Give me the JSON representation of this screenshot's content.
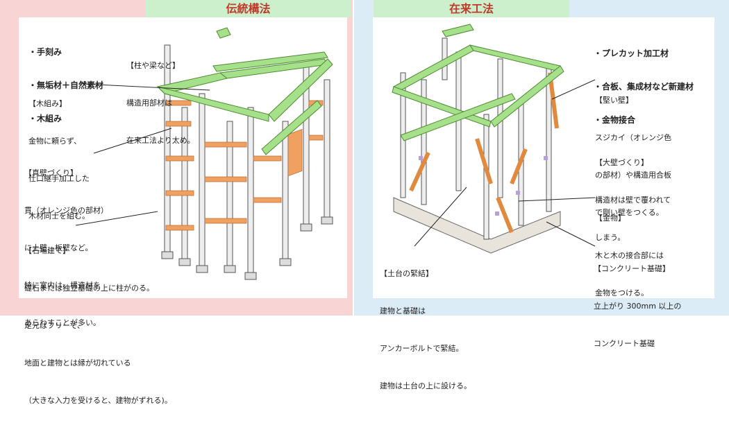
{
  "left": {
    "header": "伝統構法",
    "bullets": [
      "・手刻み",
      "・無垢材＋自然素材",
      "・木組み"
    ],
    "notes": [
      {
        "title": "【柱や梁など】",
        "lines": [
          "構造用部材は",
          "在来工法より太め。"
        ]
      },
      {
        "title": "【木組み】",
        "lines": [
          "金物に頼らず、",
          "仕口継手加工した",
          "木材同士を組む。"
        ]
      },
      {
        "title": "【真壁づくり】",
        "lines": [
          "貫（オレンジ色の部材）",
          "に土壁、板壁など。",
          "特に室内は、構造材を",
          "あらわすことが多い。"
        ]
      },
      {
        "title": "【石場建て】",
        "lines": [
          "礎石または独立基礎の上に柱がのる。",
          "足元はフリーで、",
          "地面と建物とは縁が切れている",
          "（大きな入力を受けると、建物がずれる)。"
        ]
      }
    ]
  },
  "right": {
    "header": "在来工法",
    "bullets": [
      "・プレカット加工材",
      "・合板、集成材など新建材",
      "・金物接合"
    ],
    "notes": [
      {
        "title": "【堅い壁】",
        "lines": [
          "スジカイ（オレンジ色",
          "の部材）や構造用合板",
          "で剛い壁をつくる。"
        ]
      },
      {
        "title": "【大壁づくり】",
        "lines": [
          "構造材は壁で覆われて",
          "しまう。"
        ]
      },
      {
        "title": "【金物】",
        "lines": [
          "木と木の接合部には",
          "金物をつける。"
        ]
      },
      {
        "title": "【コンクリート基礎】",
        "lines": [
          "立上がり 300mm 以上の",
          "コンクリート基礎"
        ]
      },
      {
        "title": "【土台の緊結】",
        "lines": [
          "建物と基礎は",
          "アンカーボルトで緊結。",
          "建物は土台の上に設ける。"
        ]
      }
    ]
  },
  "colors": {
    "left_bg": "#f8d4d4",
    "right_bg": "#dcecf7",
    "header_bg": "#ccefcc",
    "header_text": "#c0392b",
    "beam_green": "#a6e08a",
    "member_orange": "#f0a060"
  }
}
